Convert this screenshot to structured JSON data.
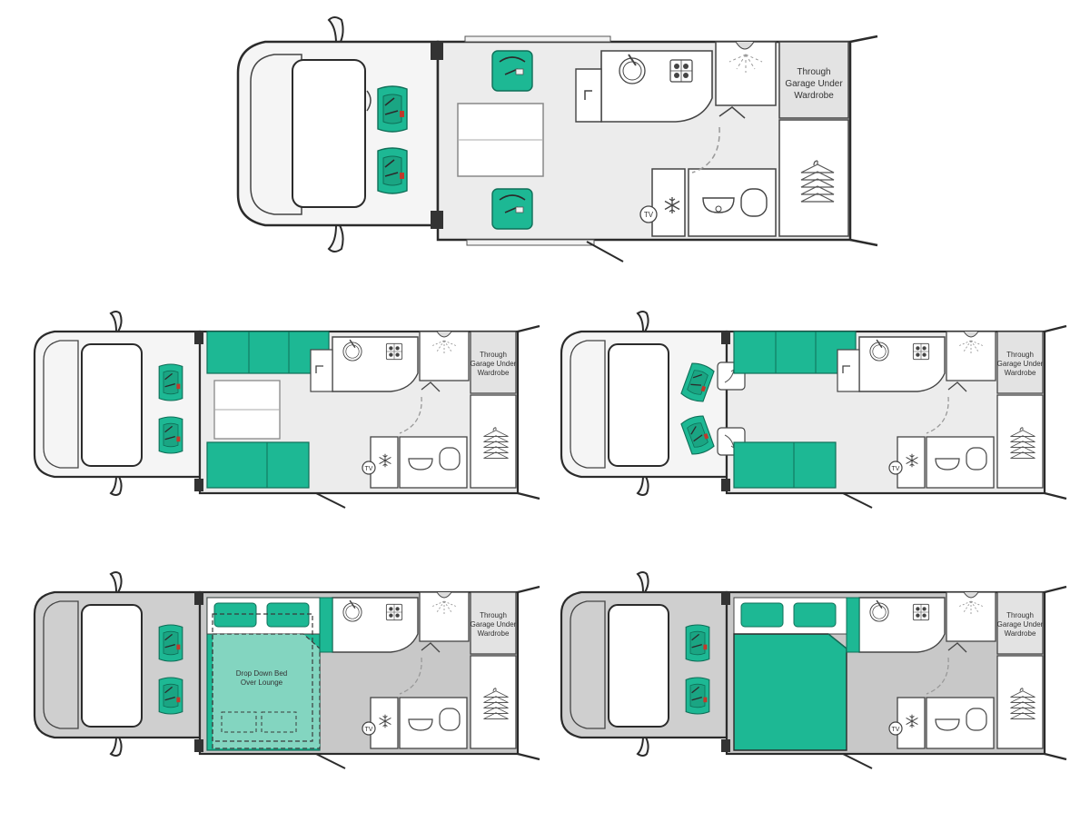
{
  "labels": {
    "garage_line1": "Through",
    "garage_line2": "Garage Under",
    "garage_line3": "Wardrobe",
    "tv": "TV",
    "drop_down_line1": "Drop Down Bed",
    "drop_down_line2": "Over Lounge"
  },
  "colors": {
    "teal": "#1db894",
    "teal_dark": "#0f8a6c",
    "floor_light": "#ececec",
    "floor_dark": "#c8c8c8",
    "outline": "#2b2b2b",
    "cab": "#f7f7f7"
  },
  "layouts": [
    {
      "name": "day-driving",
      "floor": "light",
      "front_seats": "forward",
      "lounge": "driving-seats",
      "bed": "none"
    },
    {
      "name": "day-lounge",
      "floor": "light",
      "front_seats": "forward",
      "lounge": "sofas",
      "bed": "none"
    },
    {
      "name": "day-lounge-swivel",
      "floor": "light",
      "front_seats": "swivelled",
      "lounge": "sofas",
      "bed": "none"
    },
    {
      "name": "night-drop-down",
      "floor": "dark",
      "front_seats": "forward",
      "lounge": "sofas",
      "bed": "lowering"
    },
    {
      "name": "night-bed",
      "floor": "dark",
      "front_seats": "forward",
      "lounge": "none",
      "bed": "lowered"
    }
  ]
}
